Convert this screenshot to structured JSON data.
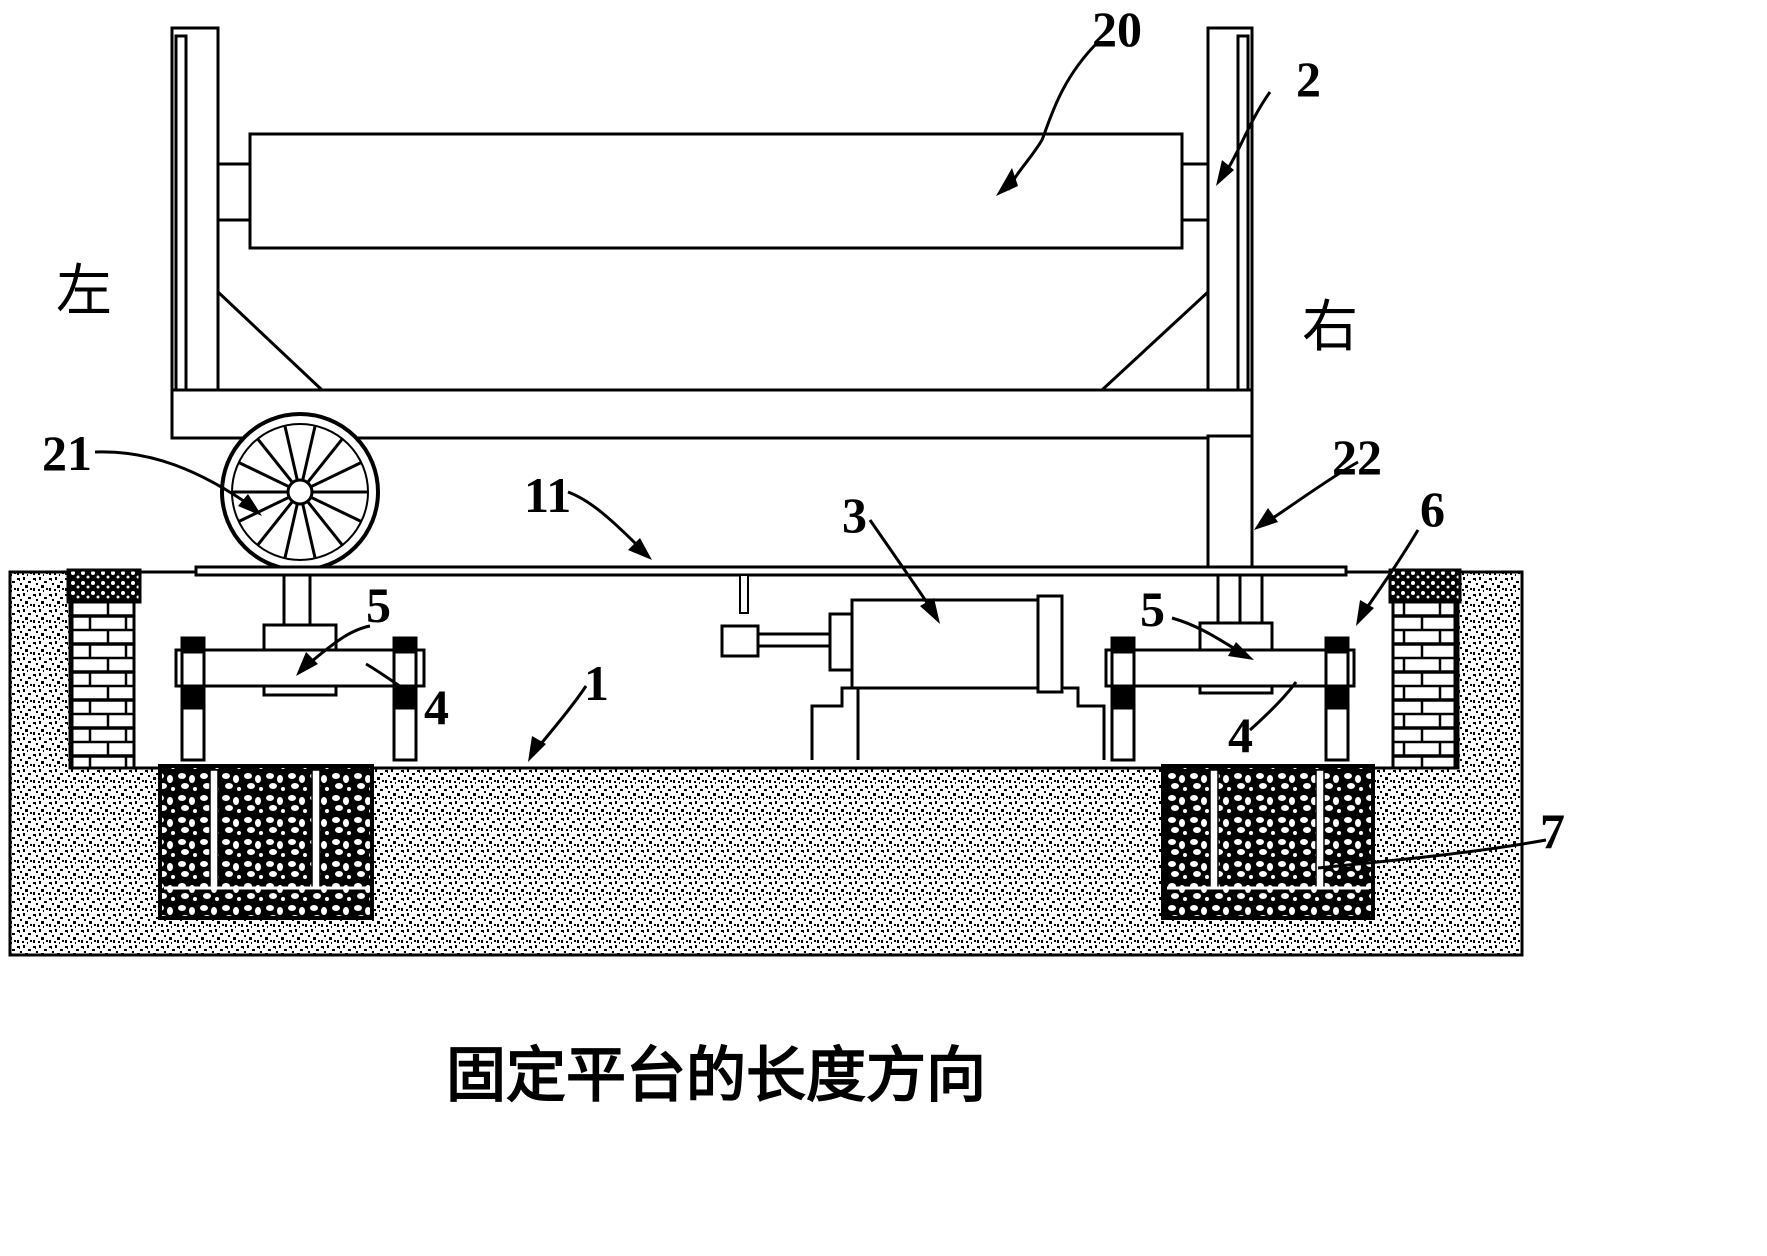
{
  "labels": {
    "roller": "20",
    "frame": "2",
    "wheel": "21",
    "post": "22",
    "plate": "11",
    "cylinder": "3",
    "limit_stop": "6",
    "guide_left": "5",
    "guide_right": "5",
    "rail_left": "4",
    "rail_right": "4",
    "base": "1",
    "foundation": "7"
  },
  "side_left": "左",
  "side_right": "右",
  "caption": "固定平台的长度方向"
}
